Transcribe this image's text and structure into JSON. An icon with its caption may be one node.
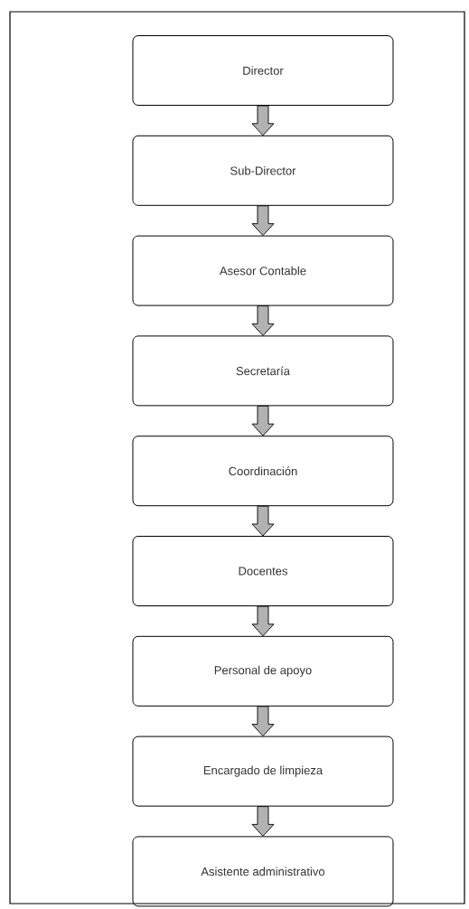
{
  "diagram": {
    "nodes": [
      {
        "text": [
          "Director"
        ]
      },
      {
        "text": [
          "Sub-Director"
        ]
      },
      {
        "text": [
          "Asesor Contable"
        ]
      },
      {
        "text": [
          "Secretaría"
        ]
      },
      {
        "text": [
          "Coordinación"
        ]
      },
      {
        "text": [
          "Docentes"
        ]
      },
      {
        "text": [
          "Personal de apoyo"
        ]
      },
      {
        "text": [
          "Encargado de limpieza"
        ]
      },
      {
        "text": [
          "Asistente administrativo"
        ]
      }
    ],
    "edges": [
      {
        "from": 0,
        "to": 1,
        "arrow": "to"
      },
      {
        "from": 1,
        "to": 2,
        "arrow": "to"
      },
      {
        "from": 2,
        "to": 3,
        "arrow": "to"
      },
      {
        "from": 3,
        "to": 4,
        "arrow": "to"
      },
      {
        "from": 4,
        "to": 5,
        "arrow": "to"
      },
      {
        "from": 5,
        "to": 6,
        "arrow": "to"
      },
      {
        "from": 6,
        "to": 7,
        "arrow": "to"
      },
      {
        "from": 7,
        "to": 8,
        "arrow": "to"
      }
    ]
  }
}
